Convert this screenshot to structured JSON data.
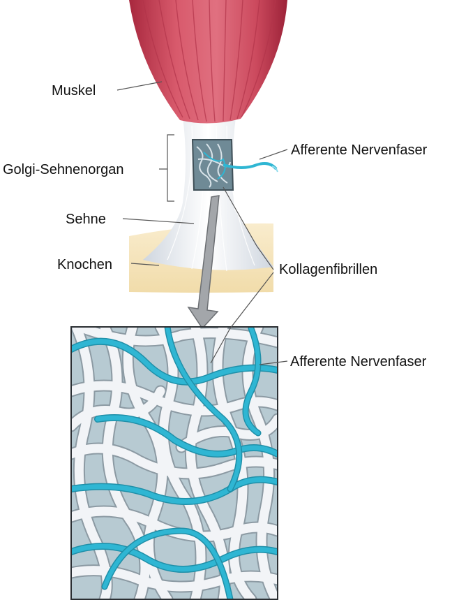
{
  "labels": {
    "muscle": "Muskel",
    "golgi_organ": "Golgi-Sehnenorgan",
    "tendon": "Sehne",
    "bone": "Knochen",
    "afferent_top": "Afferente Nervenfaser",
    "collagen": "Kollagenfibrillen",
    "afferent_bottom": "Afferente Nervenfaser"
  },
  "colors": {
    "muscle": "#cc4a5e",
    "muscle_dark": "#a8283e",
    "tendon": "#e9ecf1",
    "bone": "#f6e6bf",
    "nerve": "#2fb6d3",
    "collagen": "#f2f4f7",
    "inset_background": "#a9bfc8"
  }
}
